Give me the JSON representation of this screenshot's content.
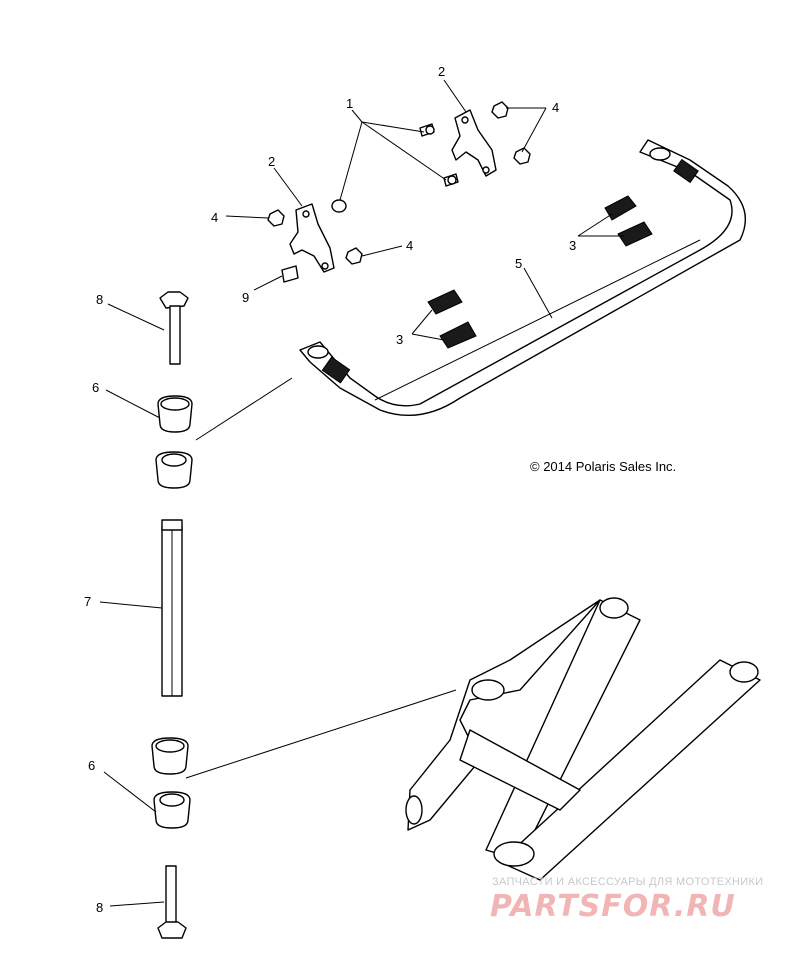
{
  "copyright": "© 2014 Polaris Sales Inc.",
  "watermark": {
    "tagline": "ЗАПЧАСТИ И АКСЕССУАРЫ ДЛЯ МОТОТЕХНИКИ",
    "logo": "PARTSFOR.RU"
  },
  "callouts": {
    "c1": "1",
    "c2a": "2",
    "c2b": "2",
    "c3a": "3",
    "c3b": "3",
    "c4a": "4",
    "c4b": "4",
    "c4c": "4",
    "c5": "5",
    "c6a": "6",
    "c6b": "6",
    "c7": "7",
    "c8a": "8",
    "c8b": "8",
    "c9": "9"
  }
}
